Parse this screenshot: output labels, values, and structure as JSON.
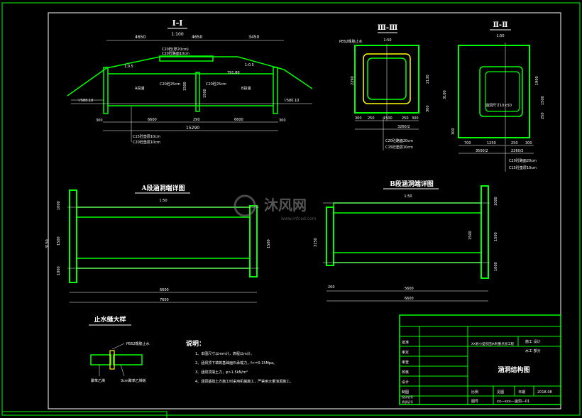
{
  "sections": {
    "s1": {
      "title": "I-I",
      "scale": "1:100",
      "dims_top": [
        "4650",
        "4650",
        "3450"
      ],
      "dims_bottom": [
        "300",
        "6600",
        "290",
        "6600",
        "300"
      ],
      "dim_total": "15290",
      "labels": [
        "C20砼(厚20cm)",
        "C20砼路面10cm",
        "A段涵",
        "B段涵",
        "C20砼25cm",
        "C20砼25cm",
        "C15砼垫层10cm",
        "C20砼垫层10cm",
        "▽580.10",
        "▽580.10",
        "1:0.5",
        "1:0.5",
        "791.80",
        "1500",
        "1500"
      ]
    },
    "s3": {
      "title": "Ⅲ-Ⅲ",
      "scale": "1:50",
      "note": "PE62橡胶止水",
      "dims_bottom": [
        "300",
        "250",
        "1500",
        "250",
        "300"
      ],
      "dim_half": "3260/2",
      "labels": [
        "C20砼路面20cm",
        "C15砼垫层10cm"
      ],
      "dims_side": [
        "2290",
        "2130",
        "300"
      ]
    },
    "s2": {
      "title": "Ⅱ-Ⅱ",
      "scale": "1:50",
      "label": "涵洞尺寸10×50",
      "dims_bottom": [
        "700",
        "1250",
        "250",
        "300"
      ],
      "dim_half1": "3500/2",
      "dim_half2": "2260/2",
      "labels": [
        "C20砼路面20cm",
        "C15砼垫层10cm"
      ],
      "dims_side": [
        "3100",
        "1900",
        "1500",
        "250",
        "300"
      ]
    },
    "a": {
      "title": "A段涵洞端详图",
      "scale": "1:50",
      "dims_bottom": [
        "6600",
        "7600"
      ],
      "dims_side": [
        "1000",
        "1500",
        "1000",
        "3150",
        "1500"
      ]
    },
    "b": {
      "title": "B段涵洞端详图",
      "scale": "1:50",
      "dims_bottom": [
        "200",
        "5600",
        "6600"
      ],
      "dims_side": [
        "1000",
        "1500",
        "1000",
        "3150",
        "1500"
      ]
    },
    "wjs": {
      "title": "止水缝大样",
      "labels": [
        "PE62橡胶止水",
        "聚苯乙烯",
        "3cm聚苯乙烯板"
      ]
    }
  },
  "notes": {
    "title": "说明：",
    "items": [
      "1、本图尺寸以mm计，高程以m计。",
      "2、涵洞顶下填筑基础面石承载力，f>=0.15Mpa。",
      "3、涵洞顶填土力，φ>1.5kN/m³",
      "4、涵洞基础土方施工时采用机械施工，严禁用大量泡泥施工。"
    ]
  },
  "title_block": {
    "rows": [
      "批准",
      "审定",
      "审查",
      "校核",
      "设计",
      "制图",
      "设计证号",
      "资质证号"
    ],
    "project": "XX县小型农田水利重点县工程",
    "stage1": "施工 设计",
    "stage2": "水工 部分",
    "drawing_title": "涵洞结构图",
    "scale_label": "比例",
    "scale_value": "见图",
    "date_label": "日期",
    "date_value": "2018.08",
    "no_label": "图号",
    "no_value": "xx—xxx—涵洞—01"
  },
  "watermark": {
    "brand": "沐风网",
    "url": "www.mfcad.com"
  }
}
